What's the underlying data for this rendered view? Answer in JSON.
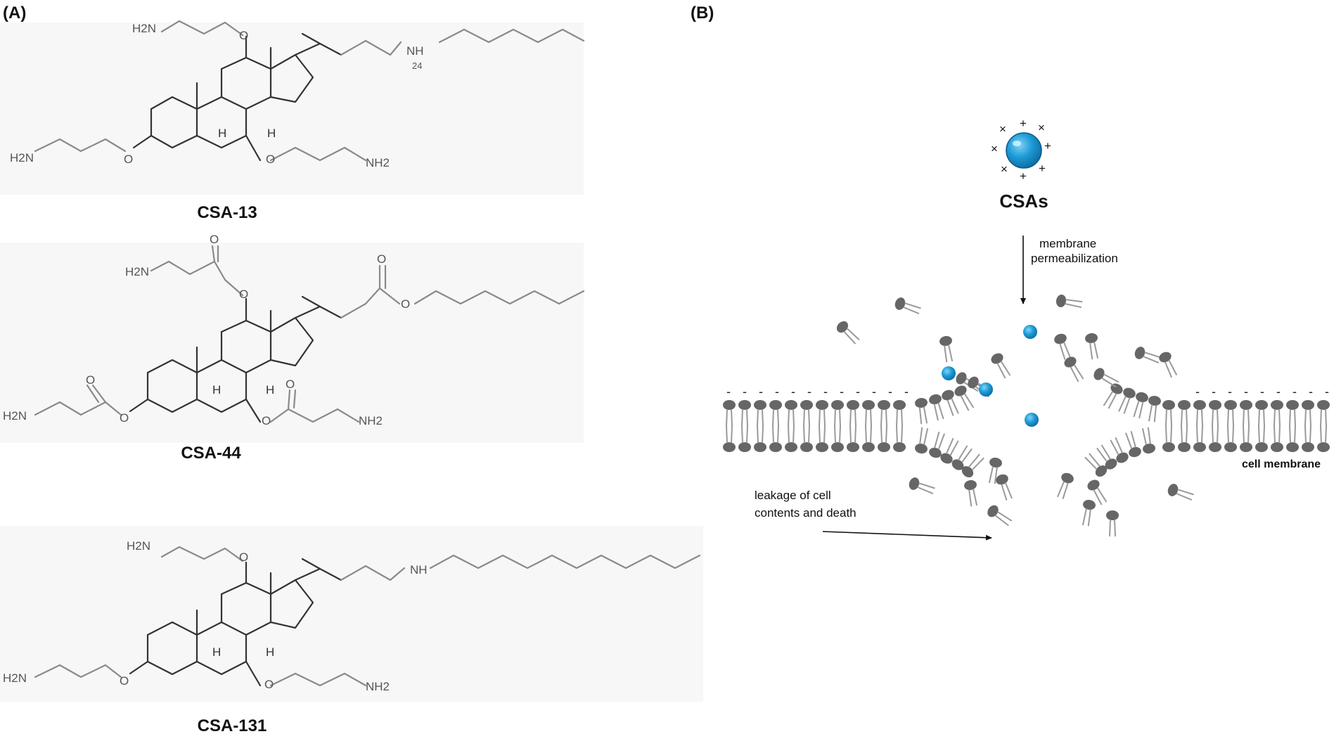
{
  "panels": {
    "a_label": "(A)",
    "b_label": "(B)"
  },
  "compounds": [
    {
      "name": "CSA-13",
      "atoms": {
        "top_amine": "H2N",
        "left_amine": "H2N",
        "right_amine": "NH2",
        "ether_o_top": "O",
        "ether_o_left": "O",
        "ether_o_right": "O",
        "h1": "H",
        "h2": "H",
        "side_nh": "NH",
        "locant": "24"
      }
    },
    {
      "name": "CSA-44",
      "atoms": {
        "top_amine": "H2N",
        "left_amine": "H2N",
        "right_amine": "NH2",
        "ester_o1": "O",
        "ester_o2": "O",
        "ester_o3": "O",
        "carbonyl1": "O",
        "carbonyl2": "O",
        "carbonyl3": "O",
        "chain_o": "O",
        "carbonyl4": "O",
        "h1": "H",
        "h2": "H"
      }
    },
    {
      "name": "CSA-131",
      "atoms": {
        "top_amine": "H2N",
        "left_amine": "H2N",
        "right_amine": "NH2",
        "ether_o_top": "O",
        "ether_o_left": "O",
        "ether_o_right": "O",
        "h1": "H",
        "h2": "H",
        "side_nh": "NH"
      }
    }
  ],
  "mechanism": {
    "csa_label": "CSAs",
    "arrow_label_line1": "membrane",
    "arrow_label_line2": "permeabilization",
    "membrane_label": "cell membrane",
    "leak_label_line1": "leakage of cell",
    "leak_label_line2": "contents and death",
    "charge_plus": "+",
    "charge_cross": "×",
    "membrane_charge": "-",
    "colors": {
      "csa_sphere": "#1d9ad6",
      "lipid_head": "#666666",
      "lipid_tail": "#9a9a9a"
    }
  }
}
